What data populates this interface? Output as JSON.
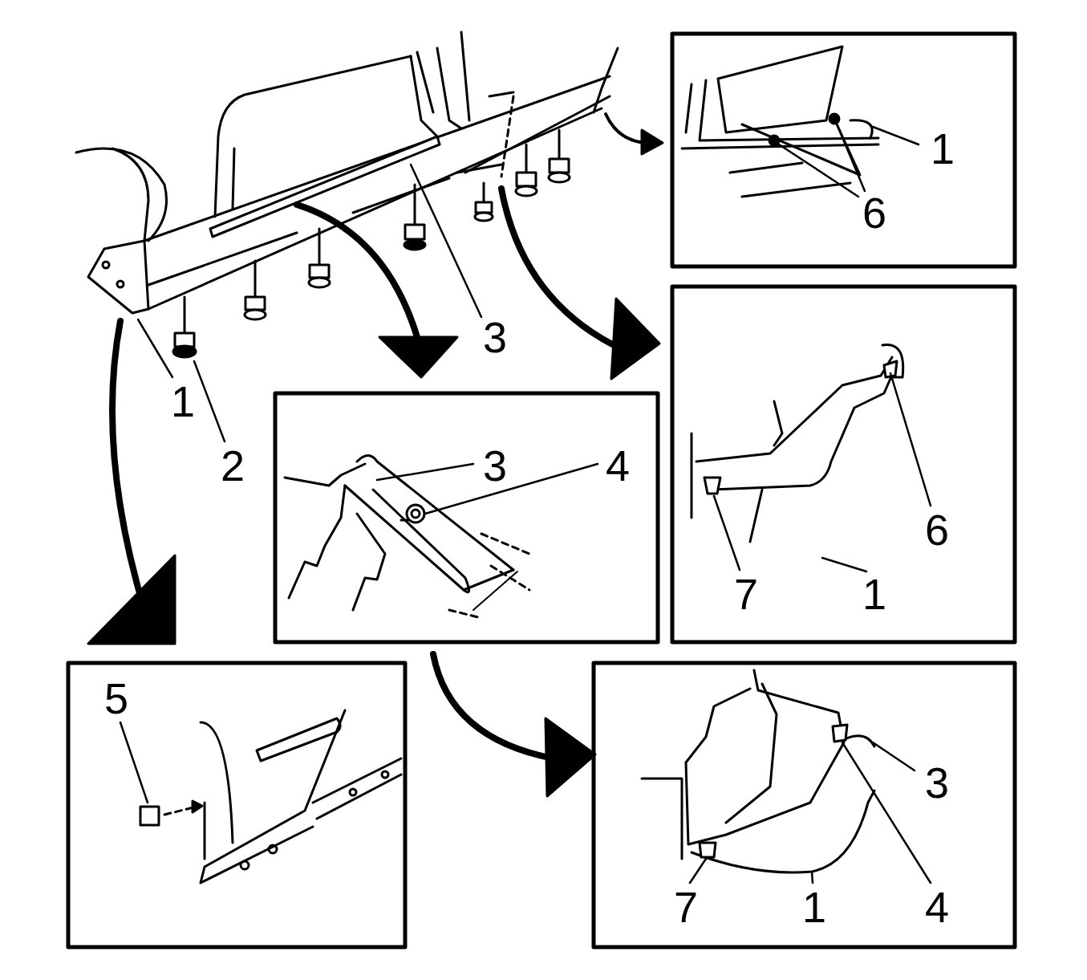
{
  "diagram": {
    "labels": [
      "1",
      "6",
      "3",
      "1",
      "2",
      "3",
      "4",
      "6",
      "7",
      "1",
      "5",
      "3",
      "7",
      "1",
      "4"
    ]
  }
}
